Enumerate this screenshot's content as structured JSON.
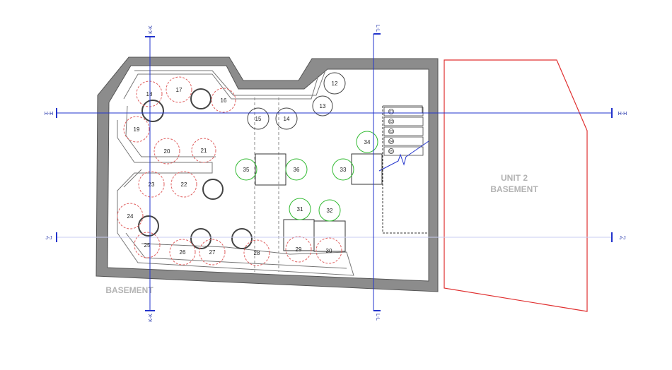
{
  "rooms": {
    "basement": "BASEMENT",
    "unit2_line1": "UNIT 2",
    "unit2_line2": "BASEMENT"
  },
  "grid_labels": {
    "kk_top": "K-K",
    "kk_bottom": "K-K",
    "ll_top": "L-L",
    "ll_bottom": "L-L",
    "hh_left": "H-H",
    "hh_right": "H-H",
    "jj_left": "J-J",
    "jj_right": "J-J"
  },
  "stair_steps": [
    "01",
    "02",
    "03",
    "04",
    "05"
  ],
  "points": {
    "red_dashed": [
      "16",
      "17",
      "18",
      "19",
      "20",
      "21",
      "22",
      "23",
      "24",
      "25",
      "26",
      "27",
      "28",
      "29",
      "30"
    ],
    "green": [
      "31",
      "32",
      "33",
      "34",
      "35",
      "36"
    ],
    "black": [
      "12",
      "13",
      "14",
      "15"
    ]
  },
  "colors": {
    "wall": "#8c8c8c",
    "red_dashed": "#e06060",
    "green": "#33bb33",
    "grid_line": "#2233cc",
    "unit2_outline": "#e03030",
    "room_label": "#b3b3b3"
  }
}
